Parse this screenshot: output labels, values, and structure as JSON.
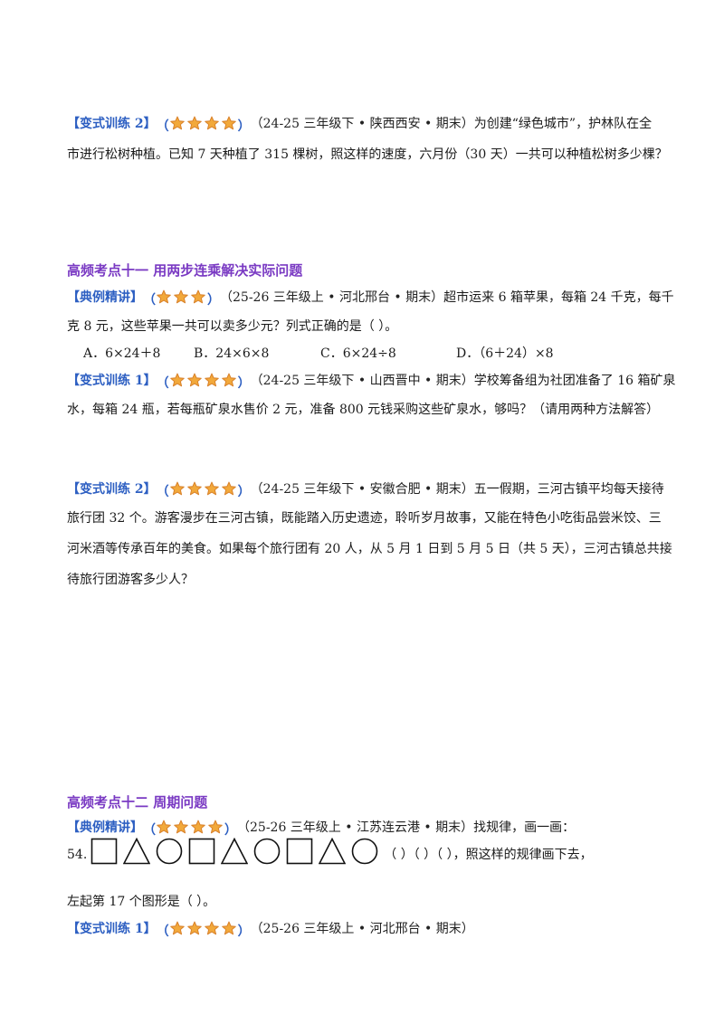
{
  "section1": {
    "tag": "【变式训练 2】",
    "stars": 4,
    "source": "（24-25 三年级下 • 陕西西安 • 期末）",
    "line1_rest": "为创建“绿色城市”，护林队在全",
    "line2": "市进行松树种植。已知 7 天种植了 315 棵树，照这样的速度，六月份（30 天）一共可以种植松树多少棵？"
  },
  "heading11": "高频考点十一  用两步连乘解决实际问题",
  "example11": {
    "tag": "【典例精讲】",
    "stars": 3,
    "source": "（25-26 三年级上 • 河北邢台 • 期末）",
    "line1_rest": "超市运来 6 箱苹果，每箱 24 千克，每千",
    "line2": "克 8 元，这些苹果一共可以卖多少元？列式正确的是（      ）。",
    "options": [
      "A．6×24＋8",
      "B．24×6×8",
      "C．6×24÷8",
      "D．（6＋24）×8"
    ]
  },
  "variant11a": {
    "tag": "【变式训练 1】",
    "stars": 4,
    "source": "（24-25 三年级下 • 山西晋中 • 期末）",
    "line1_rest": "学校筹备组为社团准备了 16 箱矿泉",
    "line2": "水，每箱 24 瓶，若每瓶矿泉水售价 2 元，准备 800 元钱采购这些矿泉水，够吗？（请用两种方法解答）"
  },
  "variant11b": {
    "tag": "【变式训练 2】",
    "stars": 4,
    "source": "（24-25 三年级下 • 安徽合肥 • 期末）",
    "line1_rest": "五一假期，三河古镇平均每天接待",
    "line2": "旅行团 32 个。游客漫步在三河古镇，既能踏入历史遗迹，聆听岁月故事，又能在特色小吃街品尝米饺、三",
    "line3": "河米酒等传承百年的美食。如果每个旅行团有 20 人，从 5 月 1 日到 5 月 5 日（共 5 天），三河古镇总共接",
    "line4": "待旅行团游客多少人？"
  },
  "heading12": "高频考点十二  周期问题",
  "example12": {
    "tag": "【典例精讲】",
    "stars": 4,
    "source": "（25-26 三年级上 • 江苏连云港 • 期末）",
    "line1_rest": "找规律，画一画：",
    "q_number": "54.",
    "shapes": [
      "square",
      "triangle",
      "circle",
      "square",
      "triangle",
      "circle",
      "square",
      "triangle",
      "circle"
    ],
    "blanks": "（        ）（        ）（        ），照这样的规律画下去，",
    "line3": "左起第 17 个图形是（        ）。"
  },
  "variant12a": {
    "tag": "【变式训练 1】",
    "stars": 4,
    "source": "（25-26 三年级上 • 河北邢台 • 期末）"
  },
  "colors": {
    "tag": "#2d5fc2",
    "heading": "#7a3ac3",
    "star_fill": "#f2a93b",
    "star_stroke": "#d9822b"
  }
}
